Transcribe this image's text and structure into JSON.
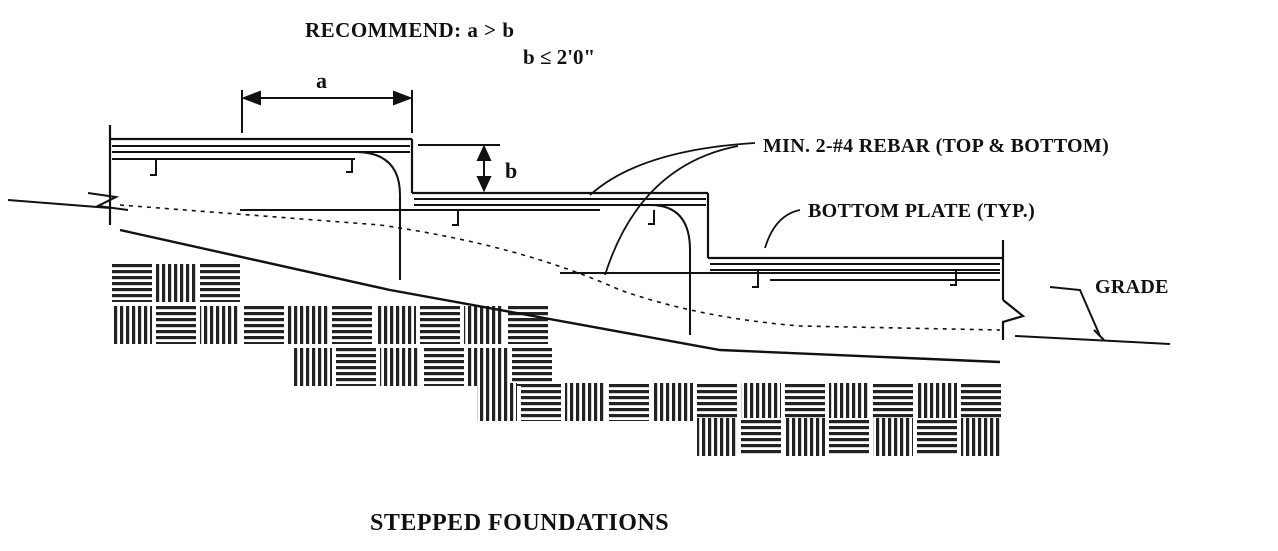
{
  "recommend": {
    "line1": "RECOMMEND:  a  >  b",
    "line2": "b  ≤  2'0\""
  },
  "dimensions": {
    "a": "a",
    "b": "b"
  },
  "callouts": {
    "rebar": "MIN. 2-#4 REBAR (TOP & BOTTOM)",
    "bottom_plate": "BOTTOM PLATE (TYP.)",
    "grade": "GRADE"
  },
  "title": "STEPPED FOUNDATIONS"
}
